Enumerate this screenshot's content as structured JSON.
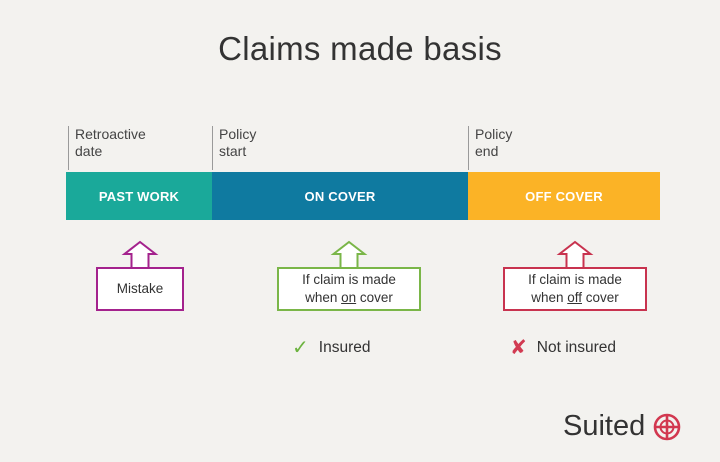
{
  "title": "Claims made basis",
  "markers": [
    {
      "line1": "Retroactive",
      "line2": "date"
    },
    {
      "line1": "Policy",
      "line2": "start"
    },
    {
      "line1": "Policy",
      "line2": "end"
    }
  ],
  "segments": [
    {
      "label": "PAST WORK",
      "color": "#1aa99a"
    },
    {
      "label": "ON COVER",
      "color": "#0f7aa0"
    },
    {
      "label": "OFF COVER",
      "color": "#fbb326"
    }
  ],
  "callouts": {
    "mistake": {
      "text": "Mistake",
      "color": "#a4228d"
    },
    "on_cover": {
      "line1": "If claim is made",
      "line2_prefix": "when ",
      "line2_emph": "on",
      "line2_suffix": " cover",
      "color": "#7ab648"
    },
    "off_cover": {
      "line1": "If claim is made",
      "line2_prefix": "when ",
      "line2_emph": "off",
      "line2_suffix": " cover",
      "color": "#c8334f"
    }
  },
  "status": {
    "insured": {
      "icon": "check-icon",
      "label": "Insured",
      "color": "#6cb33f"
    },
    "not_insured": {
      "icon": "cross-icon",
      "label": "Not insured",
      "color": "#d23b52"
    }
  },
  "brand": {
    "name": "Suited",
    "icon": "plus-circle-icon",
    "color": "#d2374f"
  }
}
